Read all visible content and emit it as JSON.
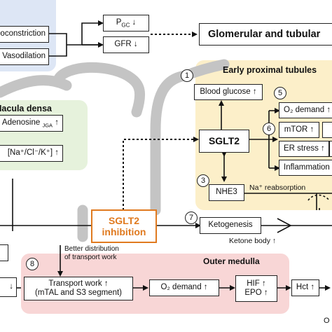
{
  "regions": {
    "early_proximal_title": "Early proximal tubules",
    "macula_densa_title": "Macula densa",
    "outer_medulla_title": "Outer medulla"
  },
  "boxes": {
    "vasoconstriction": "Vasoconstriction",
    "vasodilation": "Vasodilation",
    "pgc": "P GC ↓",
    "gfr": "GFR ↓",
    "glomerular": "Glomerular and tubular",
    "blood_glucose": "Blood glucose ↑",
    "o2_demand_top": "O₂ demand ↑",
    "mtor": "mTOR ↑",
    "er_stress": "ER stress ↑",
    "inflammation": "Inflammation ↑",
    "sglt2": "SGLT2",
    "nhe3": "NHE3",
    "adenosine": "Adenosine JGA ↑",
    "na_cl_k": "[Na⁺/Cl⁻/K⁺] ↑",
    "sglt2_inhibition_line1": "SGLT2",
    "sglt2_inhibition_line2": "inhibition",
    "ketogenesis": "Ketogenesis",
    "transport_work_line1": "Transport work ↑",
    "transport_work_line2": "(mTAL and S3 segment)",
    "o2_demand_bottom": "O₂ demand ↑",
    "hif": "HIF ↑",
    "epo": "EPO ↑",
    "hct": "Hct ↑",
    "left_partial": "↓"
  },
  "labels": {
    "na_reabsorption": "Na⁺ reabsorption",
    "ketone_body": "Ketone body ↑",
    "better_distribution_line1": "Better distribution",
    "better_distribution_line2": "of transport work",
    "bottom_right_partial": "O"
  },
  "numbers": [
    "1",
    "3",
    "5",
    "6",
    "7",
    "8"
  ],
  "colors": {
    "blue_region": "#dde6f5",
    "green_region": "#e6f2dc",
    "yellow_region": "#fcefc9",
    "pink_region": "#f8d6d6",
    "grey_tubule": "#c4c4c4",
    "orange_accent": "#e07a1f"
  }
}
